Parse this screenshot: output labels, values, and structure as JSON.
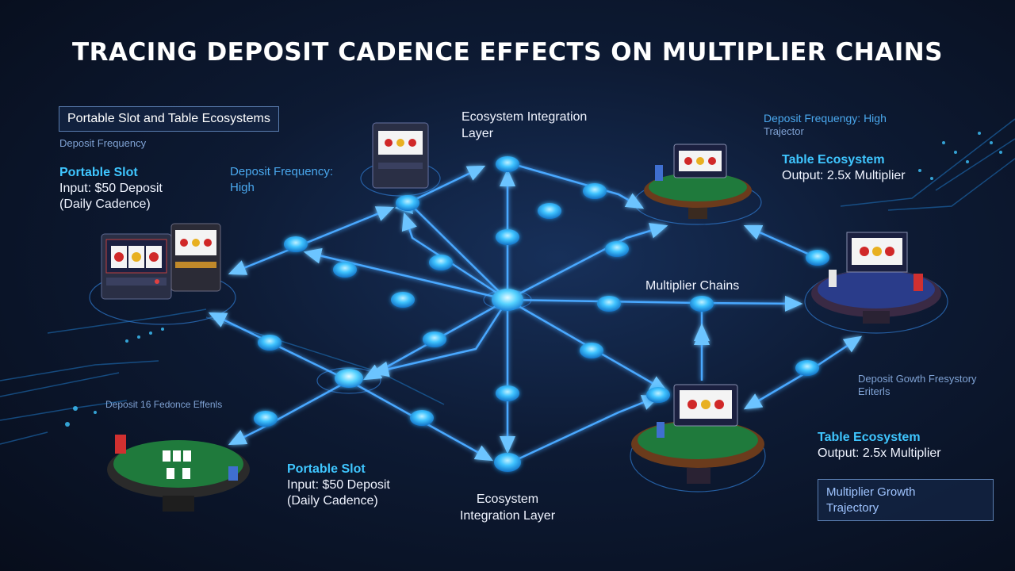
{
  "title": "TRACING DEPOSIT CADENCE EFFECTS ON MULTIPLIER CHAINS",
  "header_box": "Portable Slot and Table Ecosystems",
  "labels": {
    "deposit_frequency_left": "Deposit Frequency",
    "portable_slot_top": {
      "name": "Portable Slot",
      "line1": "Input: $50 Deposit",
      "line2": "(Daily Cadence)"
    },
    "deposit_freq_high_mid": {
      "line1": "Deposit Frequency:",
      "line2": "High"
    },
    "integration_top": {
      "line1": "Ecosystem Integration",
      "line2": "Layer"
    },
    "deposit_freq_high_right": {
      "line1": "Deposit Frequengy: High",
      "line2": "Trajector"
    },
    "table_top": {
      "name": "Table Ecosystem",
      "line1": "Output: 2.5x Multiplier"
    },
    "multiplier_chains": "Multiplier Chains",
    "deposit_growth": {
      "line1": "Deposit Gowth Fresystory",
      "line2": "Eriterls"
    },
    "deposit_fedonce": "Deposit 16 Fedonce Effenls",
    "portable_slot_bottom": {
      "name": "Portable Slot",
      "line1": "Input: $50 Deposit",
      "line2": "(Daily Cadence)"
    },
    "integration_bottom": {
      "line1": "Ecosystem",
      "line2": "Integration Layer"
    },
    "table_bottom": {
      "name": "Table Ecosystem",
      "line1": "Output: 2.5x Multiplier"
    },
    "growth_box": {
      "line1": "Multiplier Growth",
      "line2": "Trajectory"
    }
  },
  "colors": {
    "background": "#0d1a33",
    "node": "#2fb8ff",
    "edge": "#4aa8ff",
    "accent_label": "#3fc6ff",
    "felt_green": "#1f7a3c",
    "felt_blue": "#2a3c8a"
  }
}
